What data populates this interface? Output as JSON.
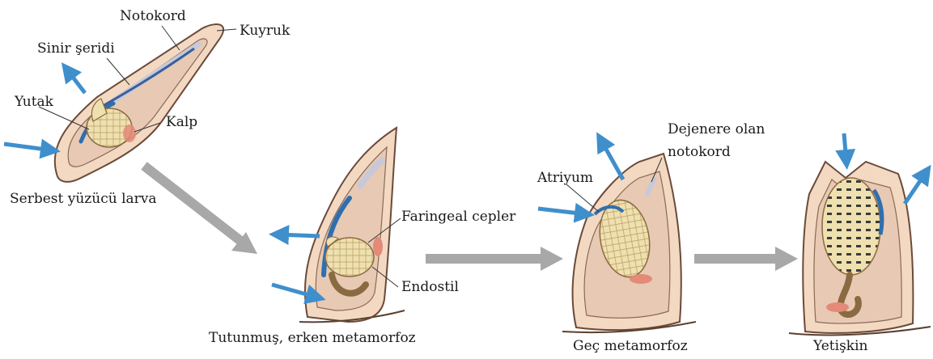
{
  "labels": {
    "notokord": "Notokord",
    "kuyruk": "Kuyruk",
    "sinir_seridi": "Sinir şeridi",
    "yutak": "Yutak",
    "kalp": "Kalp",
    "faringeal_cepler": "Faringeal cepler",
    "endostil": "Endostil",
    "atriyum": "Atriyum",
    "dejenere_1": "Dejenere olan",
    "dejenere_2": "notokord"
  },
  "stages": [
    "Serbest yüzücü larva",
    "Tutunmuş, erken metamorfoz",
    "Geç  metamorfoz",
    "Yetişkin"
  ],
  "colors": {
    "tunic": "#f3d9c2",
    "tunic_stroke": "#6b4a3a",
    "pharynx": "#efe0b0",
    "blue_arrow": "#3f8fcc",
    "gray_arrow": "#a8a8a8",
    "heart": "#e38a78",
    "notochord": "#c7c9d8",
    "nerve": "#3a5f9a"
  }
}
